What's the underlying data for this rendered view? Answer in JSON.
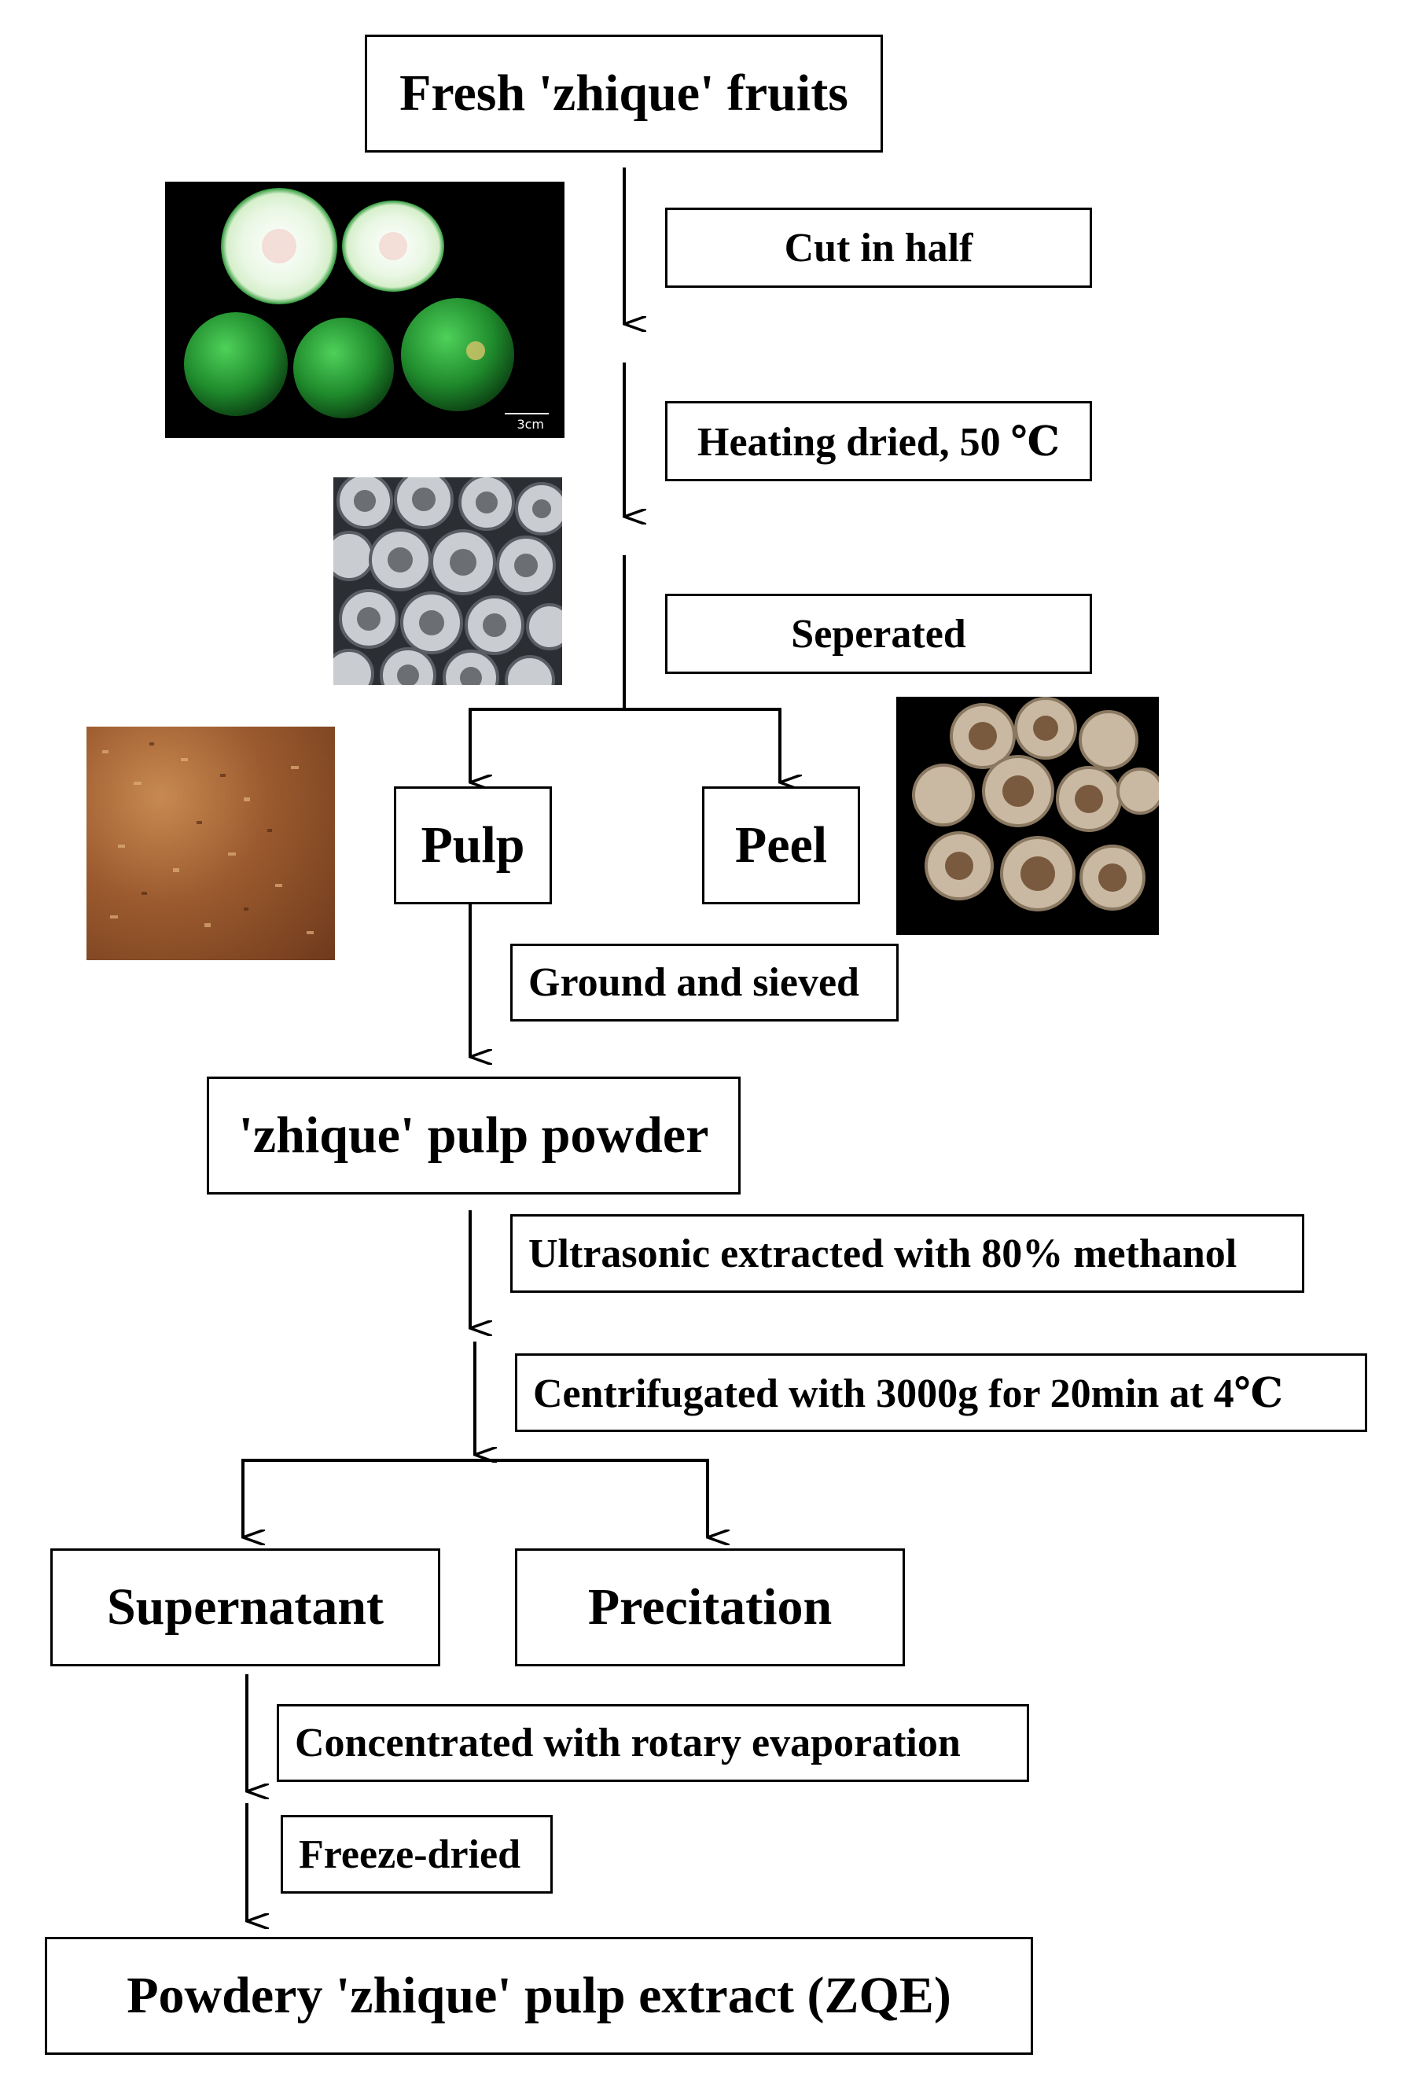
{
  "nodes": {
    "fresh": "Fresh 'zhique' fruits",
    "pulp": "Pulp",
    "peel": "Peel",
    "powder": "'zhique' pulp powder",
    "supernatant": "Supernatant",
    "precitation": "Precitation",
    "extract": "Powdery 'zhique' pulp extract (ZQE)"
  },
  "steps": {
    "cut": "Cut in half",
    "heating": "Heating dried, 50 ℃",
    "separated": "Seperated",
    "ground": "Ground and sieved",
    "ultrasonic": "Ultrasonic extracted with 80% methanol",
    "centrifuge": "Centrifugated with 3000g for 20min at 4℃",
    "concentrated": "Concentrated with rotary evaporation",
    "freeze": "Freeze-dried"
  },
  "photos": {
    "fresh_fruits_scale": "3cm"
  },
  "colors": {
    "line": "#000000",
    "photo_bg": "#000000",
    "fruit_green": "#1f8a2c",
    "fruit_inner": "#e9f7e4",
    "dried_slice": "#9a9a9a",
    "peel_shell": "#c9b9a3",
    "pulp_powder": "#9b5a2e"
  }
}
